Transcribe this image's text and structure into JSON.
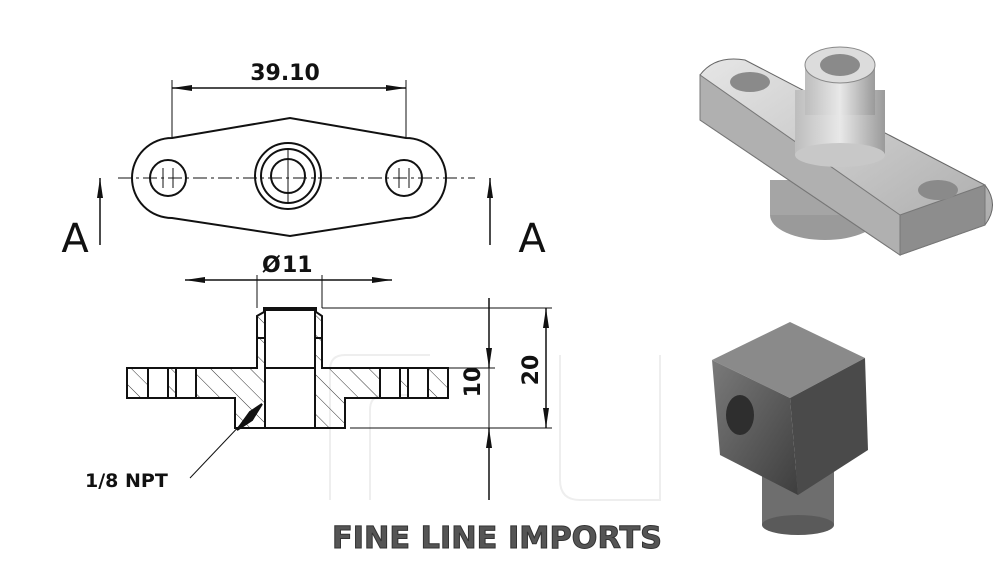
{
  "drawing": {
    "top_view": {
      "width_dimension": "39.10",
      "section_label_left": "A",
      "section_label_right": "A"
    },
    "section_view": {
      "diameter_symbol": "Ø",
      "diameter_value": "11",
      "height_dimension_inner": "10",
      "height_dimension_overall": "20",
      "thread_callout": "1/8 NPT"
    }
  },
  "brand": {
    "logo_text": "FINE LINE IMPORTS"
  }
}
